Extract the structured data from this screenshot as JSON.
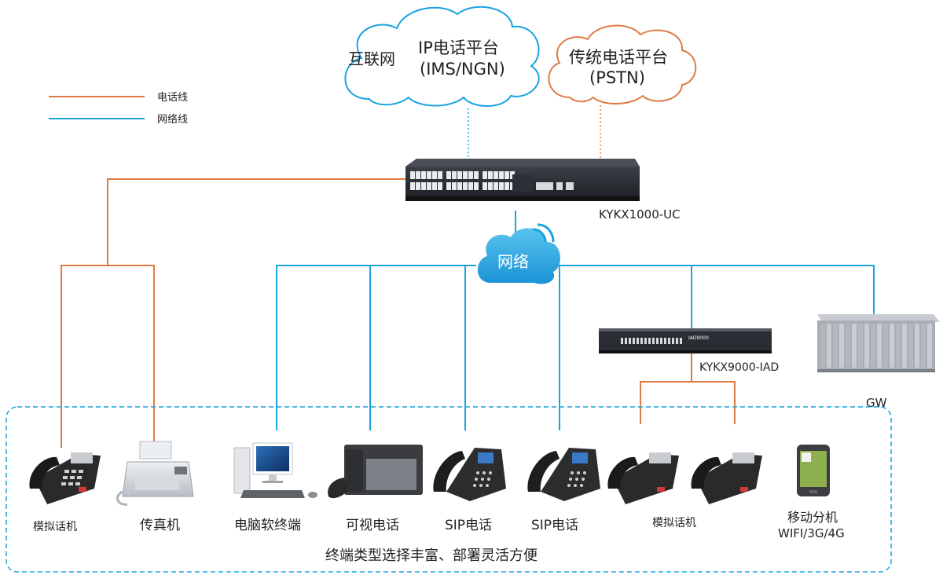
{
  "legend": {
    "phone_line": "电话线",
    "network_line": "网络线"
  },
  "clouds": {
    "internet": "互联网",
    "ip_platform_line1": "IP电话平台",
    "ip_platform_line2": "(IMS/NGN)",
    "pstn_line1": "传统电话平台",
    "pstn_line2": "(PSTN)",
    "network": "网络"
  },
  "devices": {
    "switch": "KYKX1000-UC",
    "iad": "KYKX9000-IAD",
    "iad_panel": "IAD9000",
    "gw": "GW"
  },
  "terminals": [
    {
      "label": "模拟话机"
    },
    {
      "label": "传真机"
    },
    {
      "label": "电脑软终端"
    },
    {
      "label": "可视电话"
    },
    {
      "label": "SIP电话"
    },
    {
      "label": "SIP电话"
    },
    {
      "label": "模拟话机"
    },
    {
      "label": "移动分机",
      "sub": "WIFI/3G/4G"
    }
  ],
  "footer": "终端类型选择丰富、部署灵活方便",
  "colors": {
    "phone_line": "#e07a45",
    "network_line": "#1aa3df",
    "dashed_box": "#1aa3df"
  }
}
